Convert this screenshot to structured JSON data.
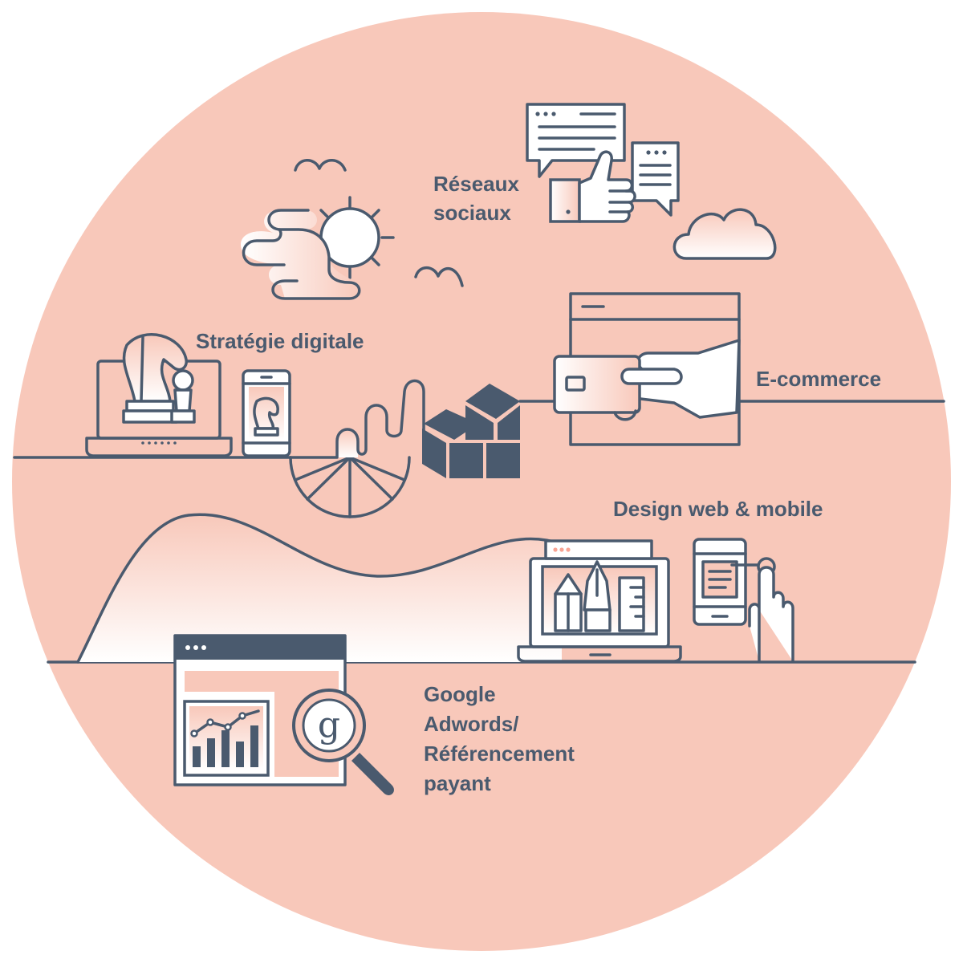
{
  "colors": {
    "background_circle": "#f8c8ba",
    "ink": "#4a5a6e",
    "white": "#ffffff"
  },
  "labels": {
    "reseaux_line1": "Réseaux",
    "reseaux_line2": "sociaux",
    "strategie": "Stratégie digitale",
    "ecommerce": "E-commerce",
    "design": "Design web & mobile",
    "google_line1": "Google",
    "google_line2": "Adwords/",
    "google_line3": "Référencement",
    "google_line4": "payant",
    "google_glyph": "g"
  },
  "icons": [
    "bird-icon",
    "cloud-sun-icon",
    "chat-bubbles-icon",
    "thumbs-up-icon",
    "cloud-icon",
    "laptop-chess-icon",
    "phone-chess-icon",
    "ferris-wheel-icon",
    "cubes-icon",
    "browser-card-icon",
    "credit-card-hand-icon",
    "laptop-design-tools-icon",
    "phone-tap-icon",
    "browser-chart-icon",
    "magnifier-google-icon"
  ]
}
